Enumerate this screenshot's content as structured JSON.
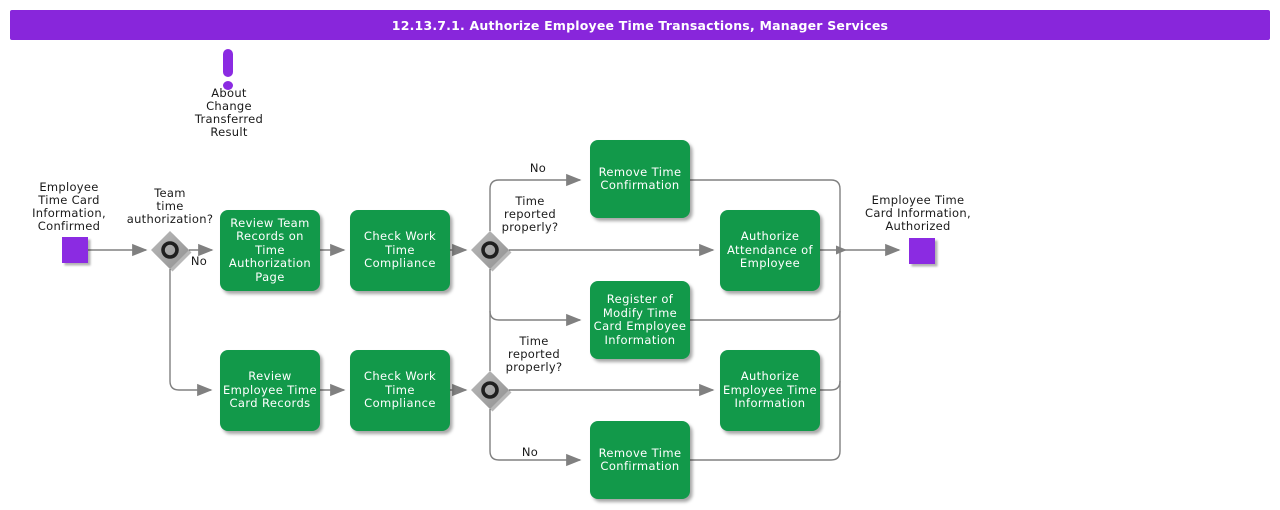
{
  "title_bar": {
    "title": "12.13.7.1. Authorize Employee Time Transactions, Manager Services"
  },
  "annotation": {
    "icon": "exclamation-icon",
    "label": "About\nChange\nTransferred\nResult"
  },
  "events": {
    "start": {
      "label": "Employee\nTime Card\nInformation,\nConfirmed"
    },
    "end": {
      "label": "Employee Time\nCard Information,\nAuthorized"
    }
  },
  "gateways": [
    {
      "id": "team-time-authorization",
      "question": "Team\ntime\nauthorization?",
      "no_label": "No"
    },
    {
      "id": "time-reported-properly-top",
      "question": "Time\nreported\nproperly?",
      "no_label": "No"
    },
    {
      "id": "time-reported-properly-bottom",
      "question": "Time\nreported\nproperly?",
      "no_label": "No"
    }
  ],
  "tasks": [
    {
      "label": "Review Team\nRecords on Time\nAuthorization\nPage"
    },
    {
      "label": "Check Work\nTime\nCompliance"
    },
    {
      "label": "Remove Time\nConfirmation"
    },
    {
      "label": "Authorize\nAttendance of\nEmployee"
    },
    {
      "label": "Register of\nModify Time\nCard Employee\nInformation"
    },
    {
      "label": "Review\nEmployee Time\nCard Records"
    },
    {
      "label": "Check Work\nTime\nCompliance"
    },
    {
      "label": "Authorize\nEmployee Time\nInformation"
    },
    {
      "label": "Remove Time\nConfirmation"
    }
  ],
  "colors": {
    "header_purple": "#8826db",
    "event_purple": "#8b2be2",
    "task_green": "#12994a",
    "connector_gray": "#808080",
    "gateway_gray": "#a8a8a8",
    "text_black": "#1a1a1a",
    "text_white": "#ffffff"
  }
}
